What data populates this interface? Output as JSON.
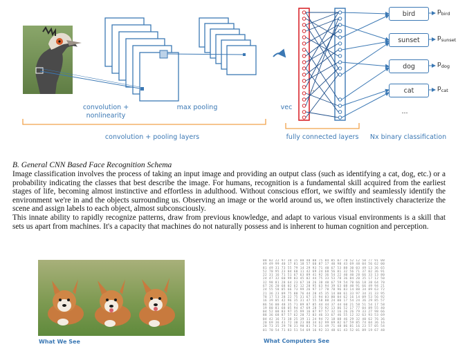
{
  "diagram": {
    "label_convolution": "convolution +",
    "label_nonlinearity": "nonlinearity",
    "label_max_pooling": "max pooling",
    "label_vec": "vec",
    "label_conv_pool_layers": "convolution + pooling layers",
    "label_fc_layers": "fully connected layers",
    "label_nx_binary": "Nx binary classification",
    "fc_ellipsis": "...",
    "class_ellipsis": "...",
    "classes": [
      {
        "label": "bird",
        "prob_base": "p",
        "prob_sub": "bird"
      },
      {
        "label": "sunset",
        "prob_base": "p",
        "prob_sub": "sunset"
      },
      {
        "label": "dog",
        "prob_base": "p",
        "prob_sub": "dog"
      },
      {
        "label": "cat",
        "prob_base": "p",
        "prob_sub": "cat"
      }
    ],
    "colors": {
      "accent": "#3b78b4",
      "bracket": "#f0a24a",
      "vec_box": "#d9262c"
    }
  },
  "section": {
    "heading": "B.    General CNN Based Face Recognition Schema",
    "paragraphs": [
      "Image classification involves the process of taking an input image and providing an output class (such as identifying a cat, dog, etc.) or a probability indicating the classes that best describe the image. For humans, recognition is a fundamental skill acquired from the earliest stages of life, becoming almost instinctive and effortless in adulthood. Without conscious effort, we swiftly and seamlessly identify the environment we're in and the objects surrounding us. Observing an image or the world around us, we often instinctively characterize the scene and assign labels to each object, almost subconsciously.",
      "This innate ability to rapidly recognize patterns, draw from previous knowledge, and adapt to various visual environments is a skill that sets us apart from machines. It's a capacity that machines do not naturally possess and is inherent to human cognition and perception."
    ]
  },
  "figures": {
    "caption_left": "What We See",
    "caption_right": "What Computers  See",
    "pixel_rows": [
      "08 02 22 97 38 15 00 40 00 75 04 05 07 78 52 12 50 77 91 08",
      "49 49 99 40 17 81 18 57 60 87 17 40 98 43 69 48 04 56 62 00",
      "81 49 31 73 55 79 14 29 93 71 40 67 53 88 30 03 49 13 36 65",
      "52 70 95 23 04 60 11 42 69 24 68 56 01 32 56 71 37 02 36 91",
      "22 31 16 71 51 67 63 89 41 92 36 54 22 40 40 28 66 33 13 80",
      "24 47 32 60 99 03 45 02 44 75 33 53 78 36 84 20 35 17 12 50",
      "32 98 81 28 64 23 67 10 26 38 40 67 59 54 70 66 18 38 64 70",
      "67 26 20 68 02 62 12 20 95 63 94 39 63 08 40 91 66 49 94 21",
      "24 55 58 05 66 73 99 26 97 17 78 78 96 83 14 88 34 89 63 72",
      "21 36 23 09 75 00 76 44 20 45 35 14 00 61 33 97 34 31 33 95",
      "78 17 53 28 22 75 31 67 15 94 03 80 04 62 16 14 09 53 56 92",
      "16 39 05 42 96 35 31 47 55 58 88 24 00 17 54 24 36 29 85 57",
      "86 56 00 48 35 71 89 07 05 44 44 37 44 60 21 58 51 54 17 58",
      "19 80 81 68 05 94 47 69 28 73 92 13 86 52 17 77 04 89 55 40",
      "04 52 08 83 97 35 99 16 07 97 57 32 16 26 26 79 33 27 98 66",
      "88 36 68 87 57 62 20 72 03 46 33 67 46 55 12 32 63 93 53 69",
      "04 42 16 73 38 25 39 11 24 94 72 18 08 46 29 32 40 62 76 36",
      "20 69 36 41 72 30 23 88 34 62 99 69 82 67 59 85 74 04 36 16",
      "20 73 35 29 78 31 90 01 74 31 49 71 48 86 81 16 23 57 05 54",
      "01 70 54 71 83 51 54 69 16 92 33 48 61 43 52 01 89 19 67 48"
    ]
  }
}
